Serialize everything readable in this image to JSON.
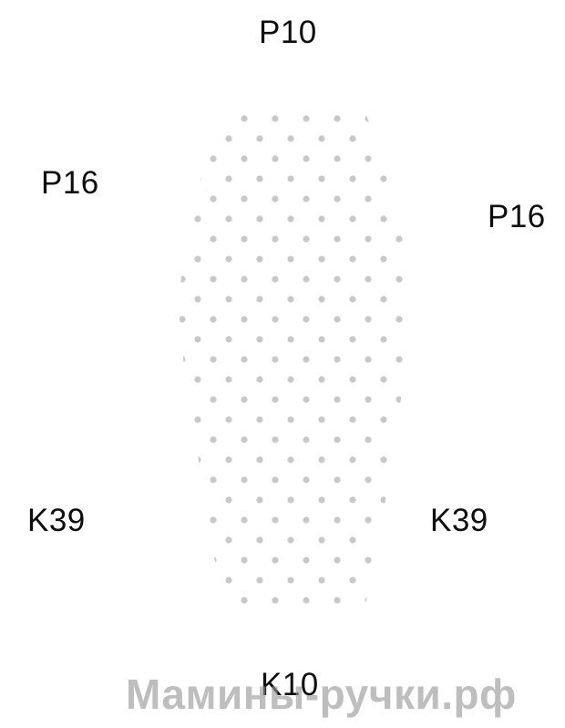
{
  "labels": {
    "top": "P10",
    "left_upper": "P16",
    "right_upper": "P16",
    "left_lower": "K39",
    "right_lower": "K39",
    "bottom": "K10"
  },
  "watermark": "Мамины-ручки.рф",
  "colors": {
    "dots": "#c8c8c8",
    "text": "#0d0d0d",
    "watermark": "#969696"
  }
}
